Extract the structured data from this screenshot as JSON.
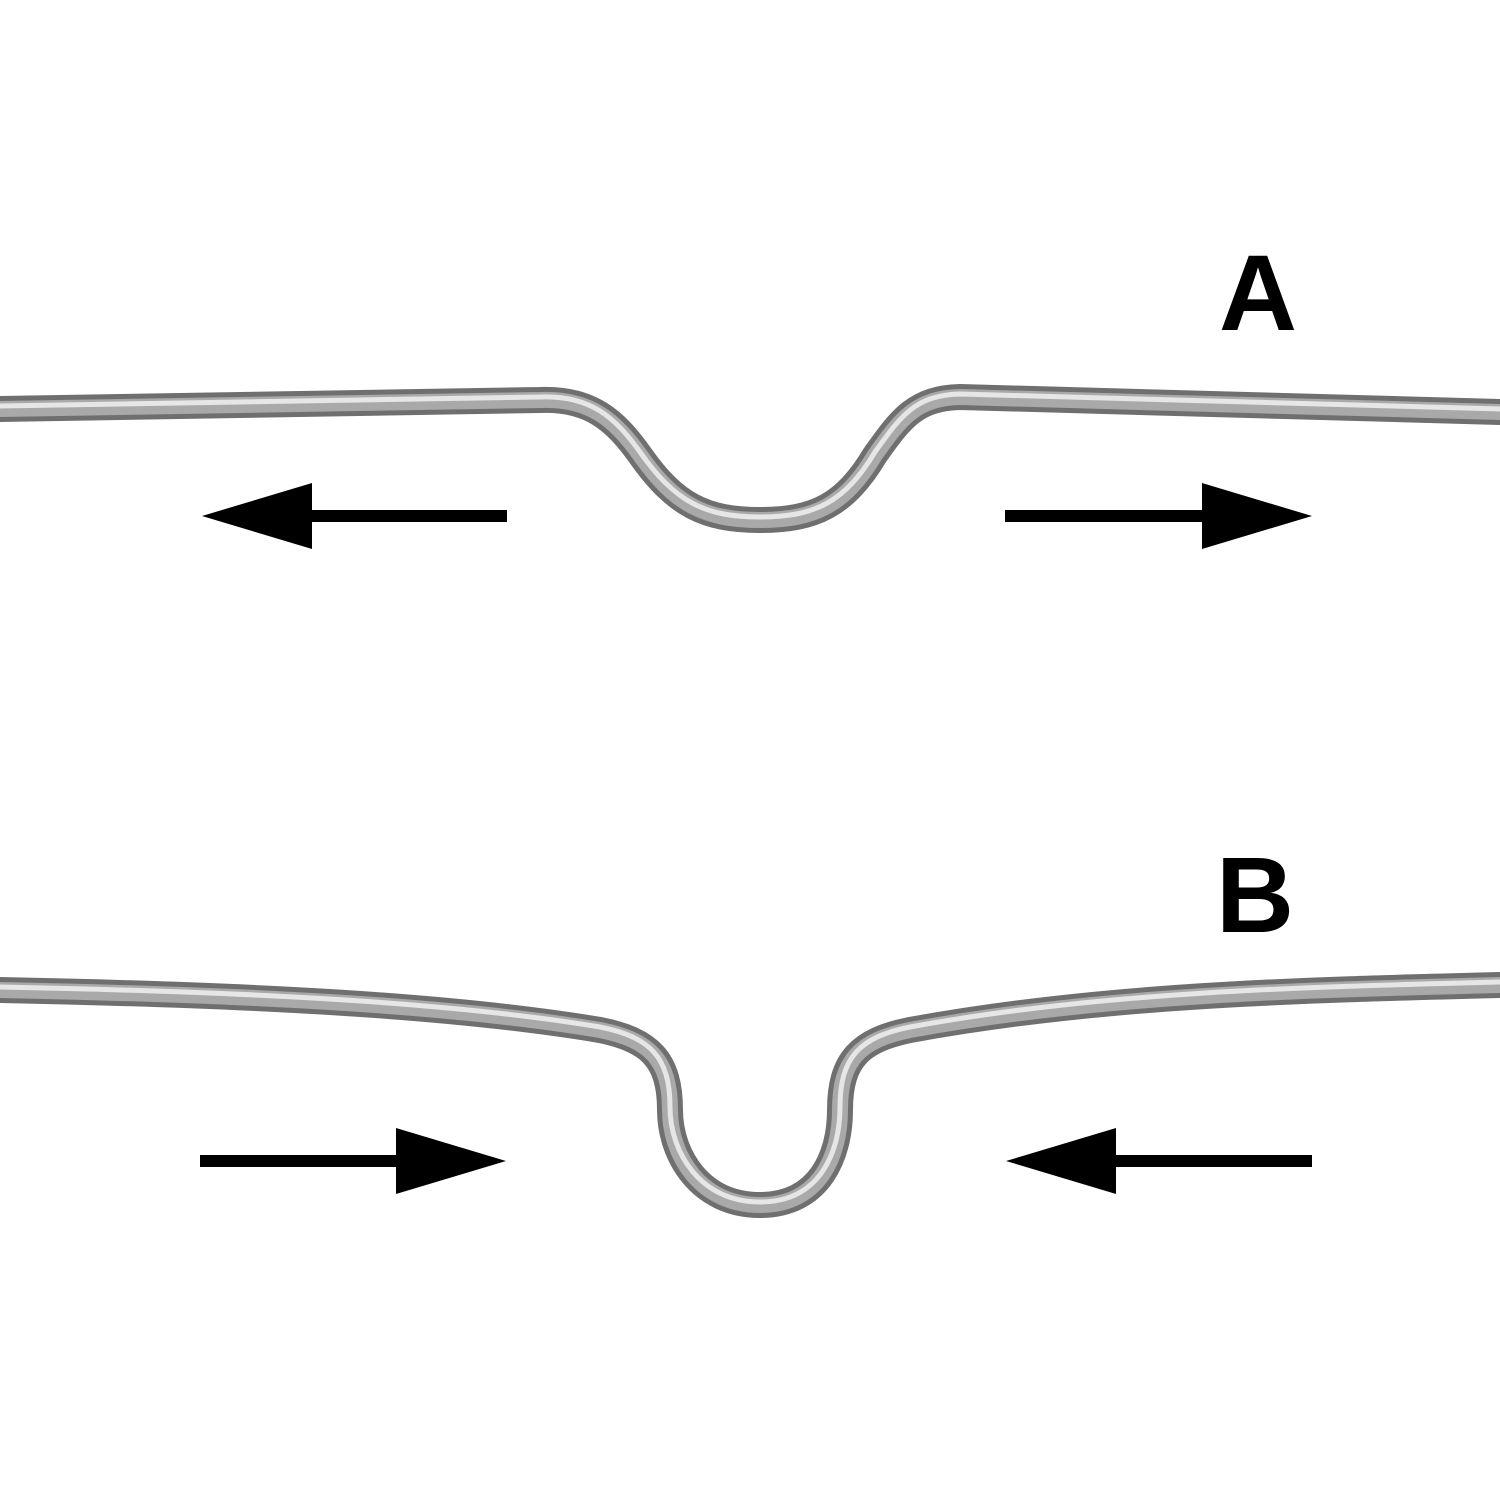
{
  "panels": [
    {
      "id": "a",
      "label": "A",
      "arrow_direction": "outward"
    },
    {
      "id": "b",
      "label": "B",
      "arrow_direction": "inward"
    }
  ],
  "colors": {
    "background": "#ffffff",
    "arrow": "#000000",
    "label": "#000000",
    "wire_dark": "#6f6f6f",
    "wire_mid": "#a9a9a9",
    "wire_light": "#e6e6e6"
  }
}
